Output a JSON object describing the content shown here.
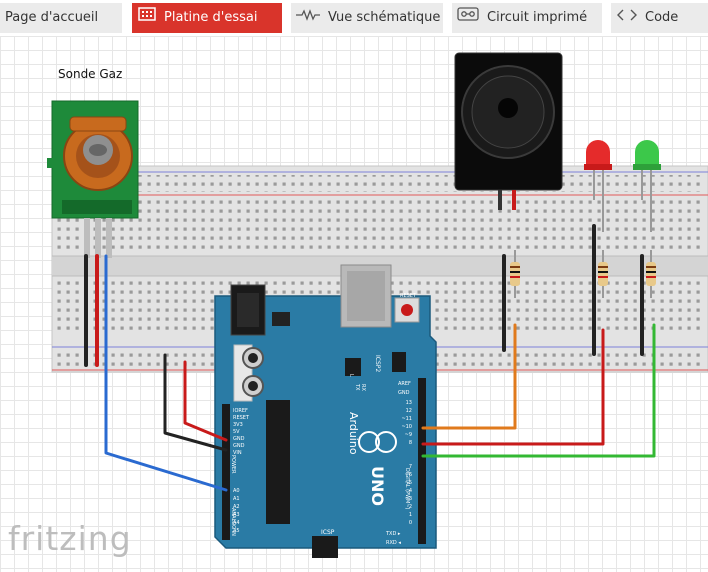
{
  "tabs": [
    {
      "label": "Page d'accueil",
      "icon": "home-icon",
      "active": false
    },
    {
      "label": "Platine d'essai",
      "icon": "breadboard-icon",
      "active": true
    },
    {
      "label": "Vue schématique",
      "icon": "schematic-icon",
      "active": false
    },
    {
      "label": "Circuit imprimé",
      "icon": "pcb-icon",
      "active": false
    },
    {
      "label": "Code",
      "icon": "code-icon",
      "active": false
    }
  ],
  "colors": {
    "active_tab": "#d9342b",
    "tab_bg": "#ebebeb",
    "arduino_board": "#2a7ba5",
    "wire_black": "#222222",
    "wire_red": "#c81a1a",
    "wire_blue": "#2a6ad0",
    "wire_orange": "#e07a1c",
    "wire_green": "#33b833"
  },
  "canvas": {
    "sensor_label": "Sonde Gaz",
    "watermark": "fritzing"
  },
  "arduino": {
    "brand": "Arduino",
    "model": "UNO",
    "icsp": "ICSP",
    "icsp2": "ICSP2",
    "reset": "RESET",
    "power_label": "POWER",
    "analog_label": "ANALOG IN",
    "digital_label": "DIGITAL (PWM~)",
    "aref": "AREF",
    "gnd": "GND",
    "tx_label": "TX",
    "rx_label": "RX",
    "l_label": "L",
    "txd": "TXD ▸",
    "rxd": "RXD ◂",
    "power_pins": [
      "IOREF",
      "RESET",
      "3V3",
      "5V",
      "GND",
      "GND",
      "VIN"
    ],
    "analog_pins": [
      "A0",
      "A1",
      "A2",
      "A3",
      "A4",
      "A5"
    ],
    "digital_pins_high": [
      "13",
      "12",
      "~11",
      "~10",
      "~9",
      "8"
    ],
    "digital_pins_low": [
      "7",
      "~6",
      "~5",
      "4",
      "~3",
      "2",
      "1",
      "0"
    ]
  }
}
